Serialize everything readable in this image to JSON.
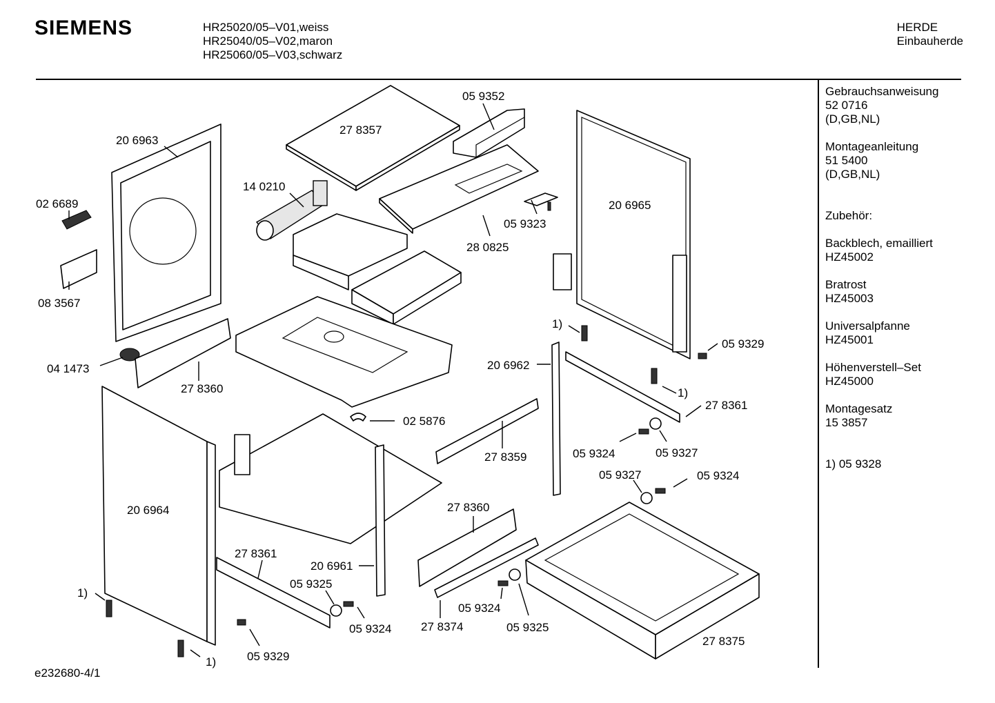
{
  "header": {
    "brand": "SIEMENS",
    "models": [
      "HR25020/05–V01,weiss",
      "HR25040/05–V02,maron",
      "HR25060/05–V03,schwarz"
    ],
    "category": "HERDE",
    "subcategory": "Einbauherde"
  },
  "sidebar": {
    "blocks": [
      [
        "Gebrauchsanweisung",
        "52 0716",
        "(D,GB,NL)"
      ],
      [
        "Montageanleitung",
        "51 5400",
        "(D,GB,NL)"
      ],
      [
        "Zubehör:"
      ],
      [
        "Backblech, emailliert",
        "HZ45002"
      ],
      [
        "Bratrost",
        "HZ45003"
      ],
      [
        "Universalpfanne",
        "HZ45001"
      ],
      [
        "Höhenverstell–Set",
        "HZ45000"
      ],
      [
        "Montagesatz",
        "15 3857"
      ],
      [
        "1) 05 9328"
      ]
    ]
  },
  "parts": [
    "20 6963",
    "02 6689",
    "08 3567",
    "04 1473",
    "27 8360",
    "27 8357",
    "05 9352",
    "14 0210",
    "05 9323",
    "28 0825",
    "20 6965",
    "1)",
    "05 9329",
    "1)",
    "20 6962",
    "27 8361",
    "02 5876",
    "27 8359",
    "05 9324",
    "05 9327",
    "05 9327",
    "05 9324",
    "20 6964",
    "27 8360",
    "27 8361",
    "20 6961",
    "05 9325",
    "1)",
    "05 9324",
    "05 9324",
    "27 8374",
    "05 9325",
    "27 8375",
    "05 9329",
    "1)"
  ],
  "footer": {
    "drawing_id": "e232680-4/1"
  }
}
